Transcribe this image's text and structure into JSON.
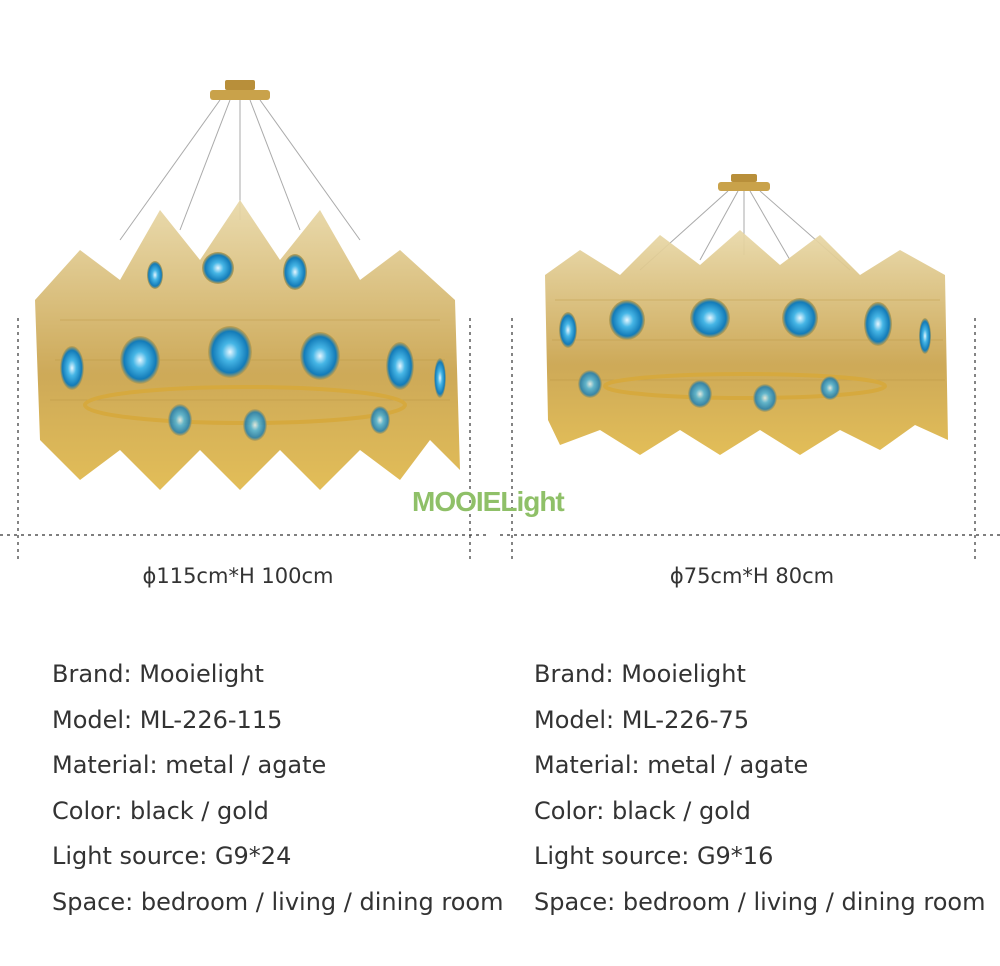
{
  "watermark": "MOOIELight",
  "products": [
    {
      "dimension": "ϕ115cm*H 100cm",
      "specs": [
        "Brand: Mooielight",
        "Model: ML-226-115",
        "Material: metal / agate",
        "Color: black / gold",
        "Light source: G9*24",
        "Space: bedroom / living / dining room"
      ]
    },
    {
      "dimension": "ϕ75cm*H 80cm",
      "specs": [
        "Brand: Mooielight",
        "Model: ML-226-75",
        "Material: metal / agate",
        "Color: black / gold",
        "Light source: G9*16",
        "Space: bedroom / living / dining room"
      ]
    }
  ],
  "colors": {
    "gold": "#c9a24a",
    "agate_blue": "#1a8fc4",
    "text": "#333333",
    "watermark": "#8fc068"
  }
}
